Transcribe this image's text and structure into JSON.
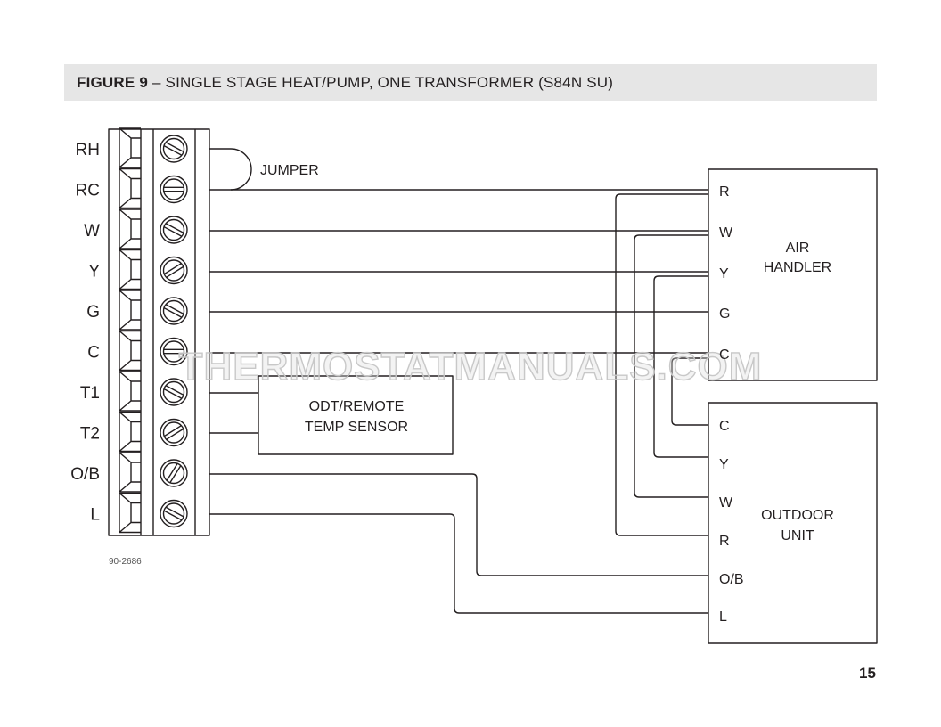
{
  "header": {
    "figure_label": "FIGURE 9",
    "separator": " – ",
    "title": "SINGLE STAGE HEAT/PUMP, ONE TRANSFORMER (S84N SU)"
  },
  "thermostat": {
    "terminals": [
      {
        "label": "RH",
        "slot": "diag-down"
      },
      {
        "label": "RC",
        "slot": "horizontal"
      },
      {
        "label": "W",
        "slot": "diag-down"
      },
      {
        "label": "Y",
        "slot": "diag-up"
      },
      {
        "label": "G",
        "slot": "diag-down"
      },
      {
        "label": "C",
        "slot": "horizontal"
      },
      {
        "label": "T1",
        "slot": "diag-down"
      },
      {
        "label": "T2",
        "slot": "diag-up"
      },
      {
        "label": "O/B",
        "slot": "steep-up"
      },
      {
        "label": "L",
        "slot": "diag-down"
      }
    ],
    "part_number": "90-2686"
  },
  "jumper_label": "JUMPER",
  "sensor_box": {
    "line1": "ODT/REMOTE",
    "line2": "TEMP SENSOR"
  },
  "air_handler": {
    "line1": "AIR",
    "line2": "HANDLER",
    "terminals": [
      "R",
      "W",
      "Y",
      "G",
      "C"
    ]
  },
  "outdoor_unit": {
    "line1": "OUTDOOR",
    "line2": "UNIT",
    "terminals": [
      "C",
      "Y",
      "W",
      "R",
      "O/B",
      "L"
    ]
  },
  "watermark": "THERMOSTATMANUALS.COM",
  "page_number": "15"
}
